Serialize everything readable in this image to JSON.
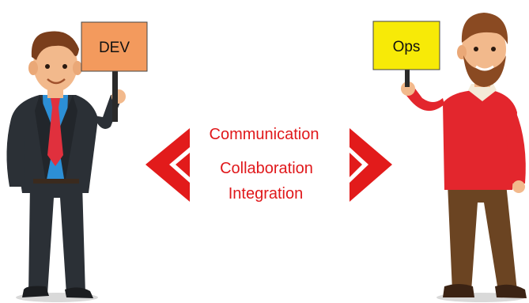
{
  "signs": {
    "dev": {
      "label": "DEV",
      "color": "#f39a5d"
    },
    "ops": {
      "label": "Ops",
      "color": "#f7ea07"
    }
  },
  "middle": {
    "items": [
      "Communication",
      "Collaboration",
      "Integration"
    ],
    "color": "#e0181b"
  },
  "colors": {
    "arrow": "#e21b1b",
    "dev_suit": "#2b3036",
    "dev_shirt": "#2c8fd6",
    "dev_tie": "#e0303d",
    "ops_sweater": "#e3262d",
    "ops_pants": "#6b4422",
    "skin": "#f2b98c",
    "hair": "#7a3e1c"
  }
}
